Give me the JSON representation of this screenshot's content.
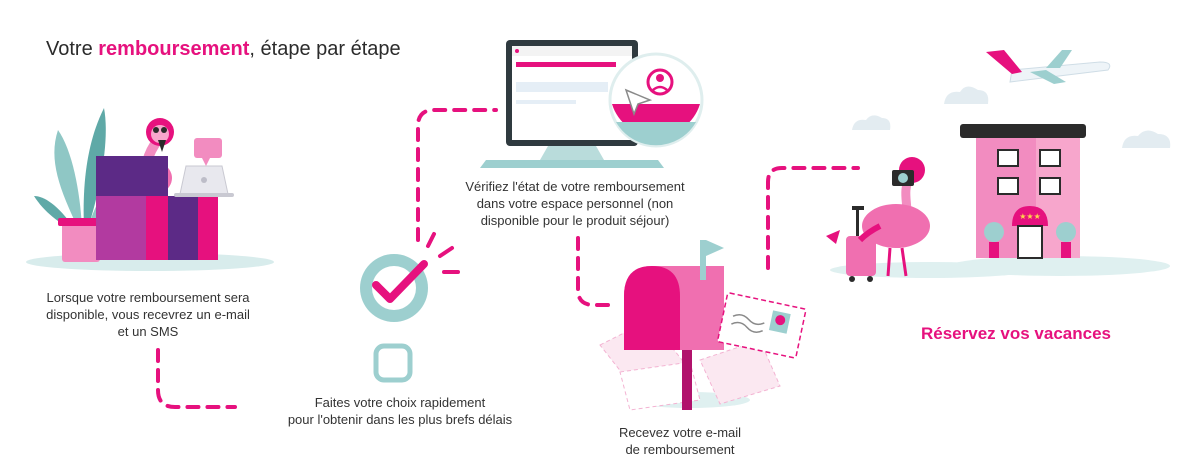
{
  "header": {
    "title_before": "Votre ",
    "title_highlight": "remboursement",
    "title_after": ", étape par étape"
  },
  "steps": [
    {
      "caption": "Lorsque votre remboursement sera\ndisponible, vous recevrez un e-mail\net un SMS"
    },
    {
      "caption": "Faites votre choix rapidement\npour l'obtenir dans les plus brefs délais"
    },
    {
      "caption": "Vérifiez l'état de votre remboursement\ndans votre espace personnel (non\ndisponible pour le produit séjour)"
    },
    {
      "caption": "Recevez votre e-mail\nde remboursement"
    }
  ],
  "cta": {
    "label": "Réservez vos vacances"
  },
  "colors": {
    "brand_pink": "#e6117e",
    "light_pink": "#f06fb0",
    "teal": "#9dcfcf",
    "purple": "#5c2a86",
    "ink": "#2b2b2b"
  },
  "icons": [
    "plant-icon",
    "flamingo-icon",
    "laptop-icon",
    "chat-bubble-icon",
    "checkbox-checked-icon",
    "checkbox-empty-icon",
    "computer-monitor-icon",
    "user-avatar-icon",
    "cursor-arrow-icon",
    "mailbox-icon",
    "envelope-icon",
    "airplane-icon",
    "hotel-icon",
    "suitcase-icon",
    "camera-icon",
    "cloud-icon"
  ]
}
